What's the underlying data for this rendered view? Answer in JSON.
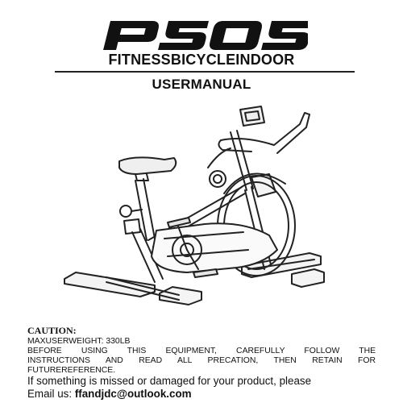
{
  "brand": {
    "logo_text": "PSOS"
  },
  "header": {
    "line1": "FITNESSBICYCLEINDOOR",
    "line2": "USERMANUAL"
  },
  "illustration": {
    "icon": "exercise-bike-illustration"
  },
  "caution": {
    "title": "CAUTION:",
    "max_weight": "MAXUSERWEIGHT: 330LB",
    "text_line1": "BEFORE USING THIS EQUIPMENT, CAREFULLY FOLLOW THE",
    "text_line2": "INSTRUCTIONS AND READ ALL PRECATION, THEN RETAIN FOR",
    "text_line3": "FUTUREREFERENCE."
  },
  "contact": {
    "missing_text": "If something is missed or damaged for your product, please",
    "email_label": "Email us:",
    "email": "ffandjdc@outlook.com"
  }
}
